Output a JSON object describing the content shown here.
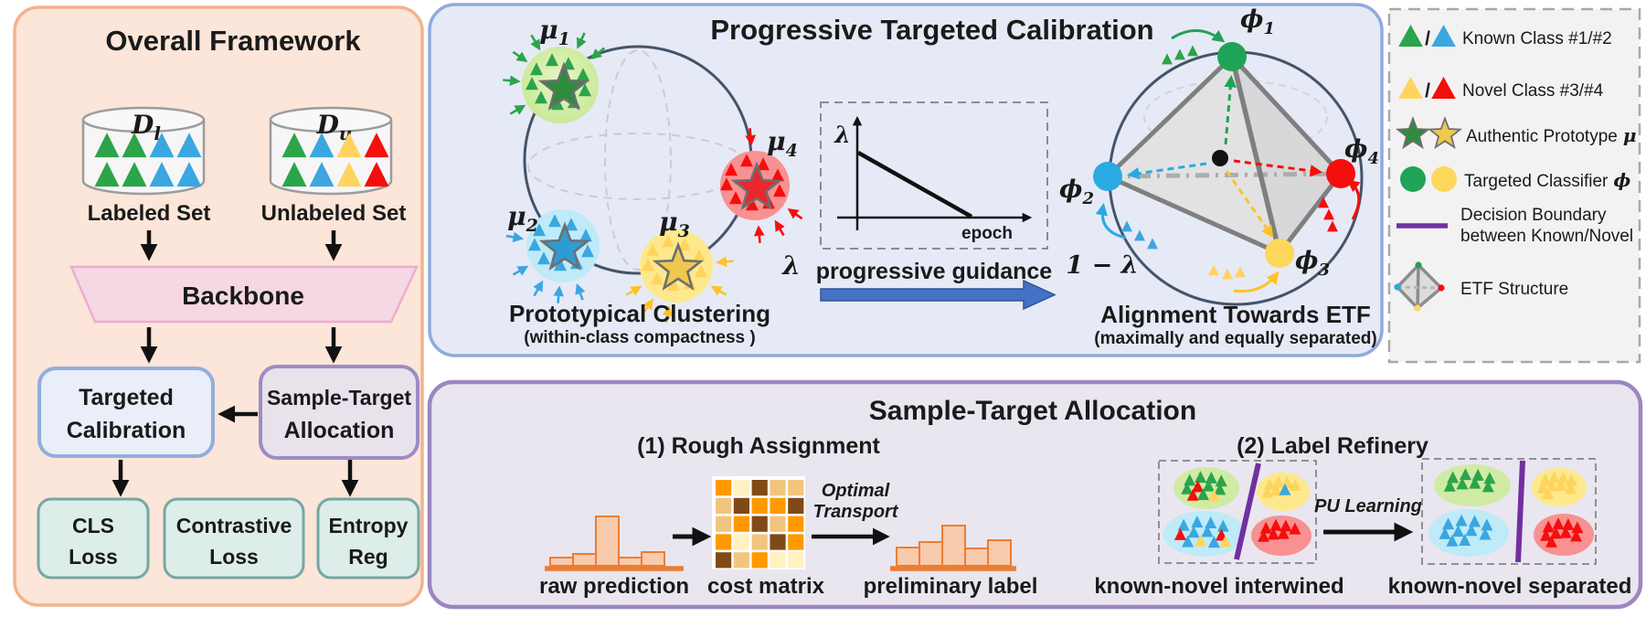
{
  "colors": {
    "panel_left_bg": "#FCE5D9",
    "panel_left_border": "#F2B38E",
    "panel_mid_bg": "#E6EAF6",
    "panel_mid_border": "#8FAADC",
    "panel_bottom_bg": "#EAE6F0",
    "panel_bottom_border": "#9C86C0",
    "legend_bg": "#F2F2F2",
    "legend_border": "#A8A8A8",
    "backbone_bg": "#F6D7E4",
    "backbone_border": "#EBAECD",
    "calib_box_bg": "#E9EEF9",
    "calib_box_border": "#92AEDC",
    "alloc_box_bg": "#E7E2EC",
    "alloc_box_border": "#9C8CC4",
    "loss_box_bg": "#DDEDE9",
    "loss_box_border": "#74A8A2",
    "green": "#2BA44A",
    "blue": "#3AA7E0",
    "yellow": "#FFD45E",
    "red": "#F60D0D",
    "green_dark": "#2F8C3C",
    "blue_star": "#2E9BD5",
    "yellow_star": "#EEC84F",
    "red_star": "#E8272E",
    "classifier_green": "#1FA356",
    "classifier_blue": "#29ABE2",
    "classifier_yellow": "#FDD75A",
    "classifier_red": "#F60D0D",
    "blob_green": "#CFEBA4",
    "blob_blue": "#BFEAF8",
    "blob_yellow": "#FDE98C",
    "blob_red": "#F89191",
    "orange": "#ED7D31",
    "orange_light": "#F8CBAD",
    "purple": "#7030A0",
    "guidance_arrow": "#4472C4",
    "guidance_arrow_border": "#2F5597",
    "sphere_stroke": "#44546A",
    "gray_edge": "#7F7F7F",
    "yellow_arrow": "#FFC226",
    "matrix_orange": "#FF9900",
    "matrix_cream": "#FFF1C2",
    "matrix_brown": "#7F4A15",
    "matrix_tan": "#F2C57E"
  },
  "overall": {
    "title": "Overall Framework",
    "labeled": {
      "name": "D",
      "sub": "l",
      "caption": "Labeled Set",
      "rows": [
        [
          "green",
          "green",
          "blue",
          "blue"
        ],
        [
          "green",
          "green",
          "blue",
          "blue"
        ]
      ]
    },
    "unlabeled": {
      "name": "D",
      "sub": "u",
      "caption": "Unlabeled Set",
      "rows": [
        [
          "green",
          "blue",
          "yellow",
          "red"
        ],
        [
          "green",
          "blue",
          "yellow",
          "red"
        ]
      ]
    },
    "backbone": "Backbone",
    "targeted": {
      "line1": "Targeted",
      "line2": "Calibration"
    },
    "allocation": {
      "line1": "Sample-Target",
      "line2": "Allocation"
    },
    "losses": [
      {
        "line1": "CLS",
        "line2": "Loss"
      },
      {
        "line1": "Contrastive",
        "line2": "Loss"
      },
      {
        "line1": "Entropy",
        "line2": "Reg"
      }
    ]
  },
  "calibration": {
    "title": "Progressive Targeted Calibration",
    "clustering": {
      "caption": "Prototypical Clustering",
      "subcaption": "(within-class compactness )",
      "lambda": "λ",
      "prototypes": [
        {
          "sym": "μ",
          "sub": "1",
          "color": "green",
          "samples": 9
        },
        {
          "sym": "μ",
          "sub": "2",
          "color": "blue",
          "samples": 9
        },
        {
          "sym": "μ",
          "sub": "3",
          "color": "yellow",
          "samples": 9
        },
        {
          "sym": "μ",
          "sub": "4",
          "color": "red",
          "samples": 9
        }
      ]
    },
    "schedule": {
      "ylabel": "λ",
      "xlabel": "epoch",
      "shape": "linearly decreasing"
    },
    "guidance": "progressive guidance",
    "etf": {
      "caption": "Alignment Towards ETF",
      "subcaption": "(maximally and equally separated)",
      "one_minus_lambda": "1 − λ",
      "classifiers": [
        {
          "sym": "ϕ",
          "sub": "1",
          "color": "green"
        },
        {
          "sym": "ϕ",
          "sub": "2",
          "color": "blue"
        },
        {
          "sym": "ϕ",
          "sub": "3",
          "color": "yellow"
        },
        {
          "sym": "ϕ",
          "sub": "4",
          "color": "red"
        }
      ]
    }
  },
  "allocation": {
    "title": "Sample-Target Allocation",
    "rough": {
      "heading": "(1) Rough Assignment",
      "raw": {
        "caption": "raw prediction",
        "bars": [
          9,
          13,
          54,
          9,
          15
        ]
      },
      "matrix": {
        "caption": "cost matrix",
        "cells": [
          [
            "orange",
            "cream",
            "brown",
            "tan",
            "tan"
          ],
          [
            "tan",
            "brown",
            "orange",
            "orange",
            "brown"
          ],
          [
            "tan",
            "orange",
            "brown",
            "tan",
            "orange"
          ],
          [
            "orange",
            "cream",
            "tan",
            "brown",
            "orange"
          ],
          [
            "brown",
            "tan",
            "orange",
            "cream",
            "cream"
          ]
        ]
      },
      "transport": {
        "line1": "Optimal",
        "line2": "Transport"
      },
      "preliminary": {
        "caption": "preliminary label",
        "bars": [
          20,
          26,
          44,
          19,
          28
        ]
      }
    },
    "refinery": {
      "heading": "(2) Label Refinery",
      "pu": "PU Learning",
      "interwined": {
        "caption": "known-novel interwined",
        "groups": [
          {
            "ellipse": "green",
            "triangles": [
              "green",
              "green",
              "green",
              "green",
              "green",
              "red",
              "green",
              "green",
              "red",
              "green",
              "yellow"
            ]
          },
          {
            "ellipse": "yellow",
            "triangles": [
              "yellow",
              "yellow",
              "yellow",
              "yellow",
              "yellow",
              "yellow",
              "blue"
            ]
          },
          {
            "ellipse": "blue",
            "triangles": [
              "blue",
              "blue",
              "blue",
              "blue",
              "red",
              "blue",
              "blue",
              "red",
              "blue",
              "yellow",
              "blue",
              "yellow"
            ]
          },
          {
            "ellipse": "red",
            "triangles": [
              "red",
              "red",
              "red",
              "red",
              "red",
              "red",
              "red"
            ]
          }
        ]
      },
      "separated": {
        "caption": "known-novel separated",
        "groups": [
          {
            "ellipse": "green",
            "triangles": [
              "green",
              "green",
              "green",
              "green",
              "green",
              "green",
              "green",
              "green"
            ]
          },
          {
            "ellipse": "yellow",
            "triangles": [
              "yellow",
              "yellow",
              "yellow",
              "yellow",
              "yellow",
              "yellow",
              "yellow",
              "yellow",
              "yellow"
            ]
          },
          {
            "ellipse": "blue",
            "triangles": [
              "blue",
              "blue",
              "blue",
              "blue",
              "blue",
              "blue",
              "blue",
              "blue",
              "blue",
              "blue"
            ]
          },
          {
            "ellipse": "red",
            "triangles": [
              "red",
              "red",
              "red",
              "red",
              "red",
              "red",
              "red",
              "red",
              "red"
            ]
          }
        ]
      }
    }
  },
  "legend": {
    "items": [
      {
        "label": "Known Class #1/#2",
        "slash": "/"
      },
      {
        "label": "Novel Class #3/#4",
        "slash": "/"
      },
      {
        "label": "Authentic Prototype",
        "symbol": "μ"
      },
      {
        "label": "Targeted Classifier",
        "symbol": "ϕ"
      },
      {
        "line1": "Decision Boundary",
        "line2": "between Known/Novel"
      },
      {
        "label": "ETF Structure"
      }
    ]
  }
}
